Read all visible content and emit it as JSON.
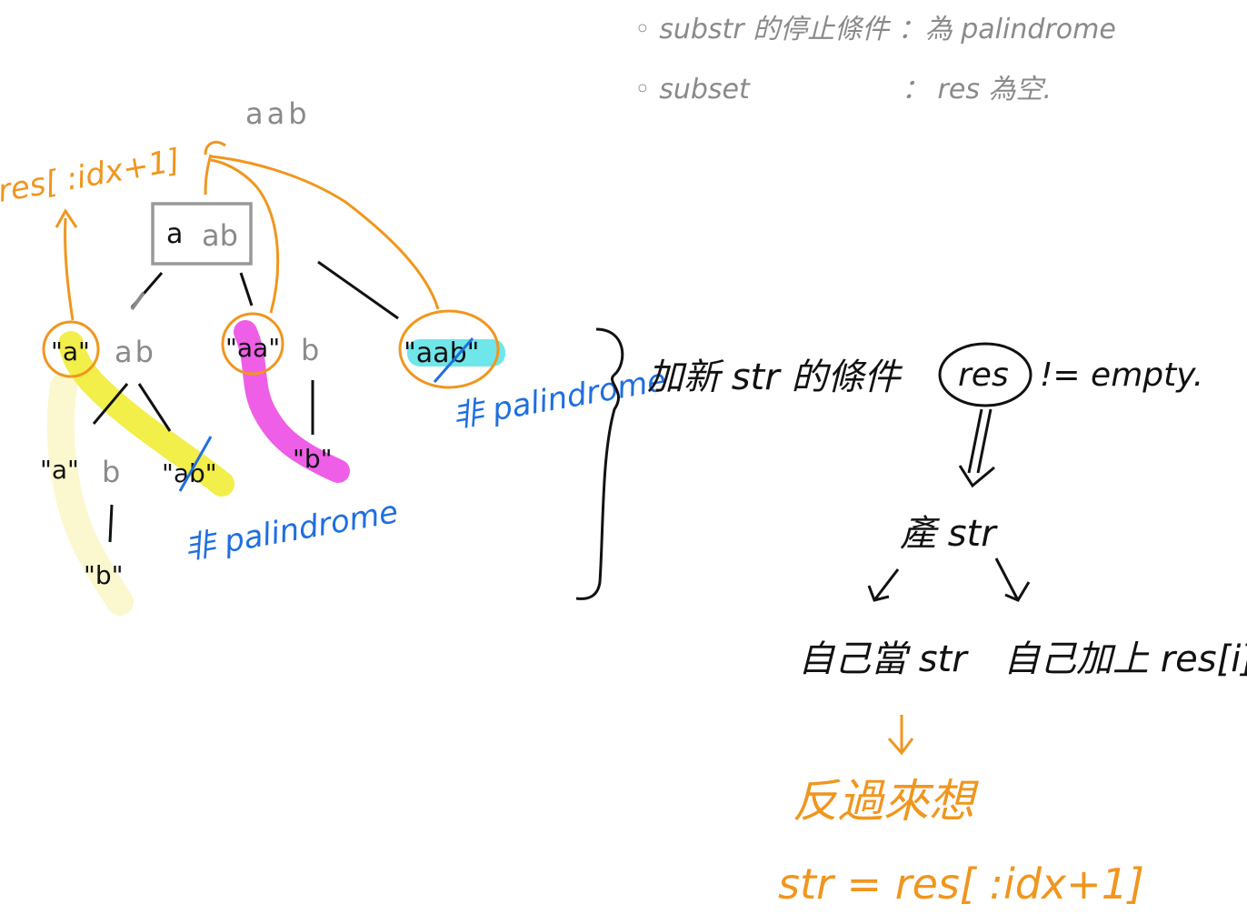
{
  "notes": {
    "line1": "◦ substr 的停止條件 ：為 palindrome",
    "line2": "◦ subset",
    "line2_cond": "： res 為空."
  },
  "tree": {
    "root_label": "aab",
    "root_box": {
      "left": "a",
      "right": "ab"
    },
    "res_slice": "res[ :idx+1]",
    "level1": [
      {
        "chosen": "\"a\"",
        "rest": "ab"
      },
      {
        "chosen": "\"aa\"",
        "rest": "b"
      },
      {
        "chosen": "\"aab\"",
        "rest": ""
      }
    ],
    "level2": [
      {
        "chosen": "\"a\"",
        "rest": "b"
      },
      {
        "chosen": "\"ab\"",
        "rest": ""
      },
      {
        "chosen": "\"b\"",
        "rest": ""
      }
    ],
    "level3": [
      {
        "chosen": "\"b\""
      }
    ],
    "not_palindrome_1": "非 palindrome",
    "not_palindrome_2": "非 palindrome"
  },
  "explain": {
    "condition_prefix": "加新 str 的條件",
    "res_word": "res",
    "condition_suffix": "!= empty.",
    "new_str": "產 str",
    "branch_left": "自己當 str",
    "branch_right": "自己加上 res[i]",
    "reverse": "反過來想",
    "formula": "str =  res[ :idx+1]"
  },
  "colors": {
    "ink": "#111111",
    "pencil": "#8a8a8a",
    "orange": "#f0961e",
    "blue": "#1f6fe0",
    "yellow": "#f2ee4a",
    "pale_yellow": "#fbf8cf",
    "magenta": "#ee5ee6",
    "cyan": "#6fe6ea",
    "box": "#999999"
  }
}
